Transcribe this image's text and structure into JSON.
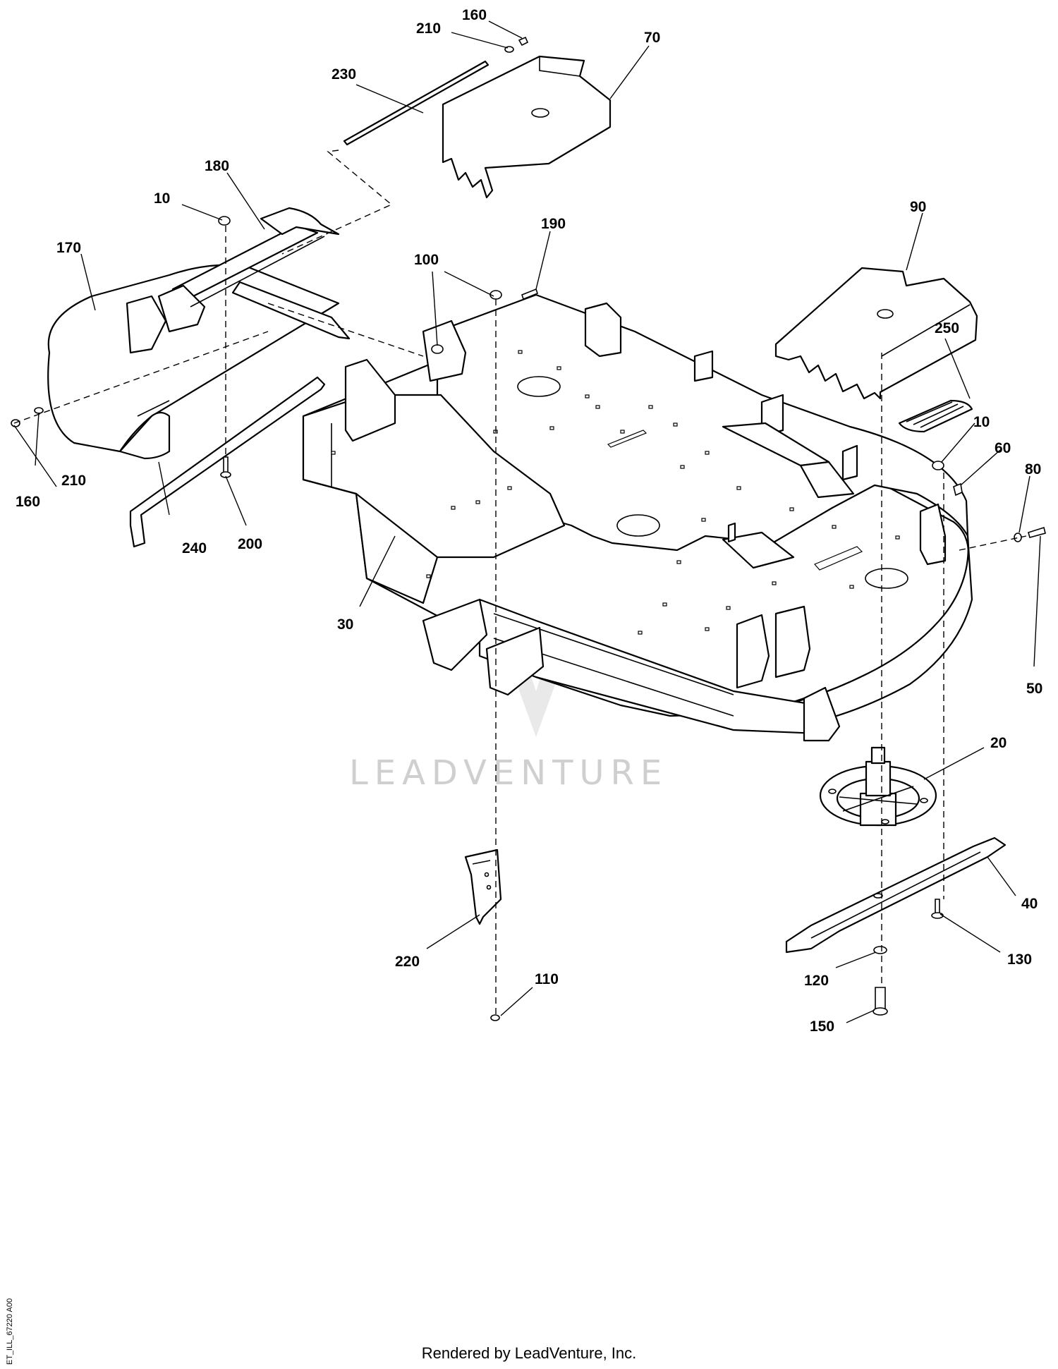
{
  "callouts": [
    {
      "id": "c160a",
      "label": "160"
    },
    {
      "id": "c210a",
      "label": "210"
    },
    {
      "id": "c70",
      "label": "70"
    },
    {
      "id": "c230",
      "label": "230"
    },
    {
      "id": "c180",
      "label": "180"
    },
    {
      "id": "c10a",
      "label": "10"
    },
    {
      "id": "c170",
      "label": "170"
    },
    {
      "id": "c190",
      "label": "190"
    },
    {
      "id": "c100",
      "label": "100"
    },
    {
      "id": "c90",
      "label": "90"
    },
    {
      "id": "c250",
      "label": "250"
    },
    {
      "id": "c10b",
      "label": "10"
    },
    {
      "id": "c60",
      "label": "60"
    },
    {
      "id": "c80",
      "label": "80"
    },
    {
      "id": "c160b",
      "label": "160"
    },
    {
      "id": "c210b",
      "label": "210"
    },
    {
      "id": "c240",
      "label": "240"
    },
    {
      "id": "c200",
      "label": "200"
    },
    {
      "id": "c30",
      "label": "30"
    },
    {
      "id": "c50",
      "label": "50"
    },
    {
      "id": "c20",
      "label": "20"
    },
    {
      "id": "c40",
      "label": "40"
    },
    {
      "id": "c220",
      "label": "220"
    },
    {
      "id": "c110",
      "label": "110"
    },
    {
      "id": "c130",
      "label": "130"
    },
    {
      "id": "c120",
      "label": "120"
    },
    {
      "id": "c150",
      "label": "150"
    }
  ],
  "watermark": "LEADVENTURE",
  "footer": "Rendered by LeadVenture, Inc.",
  "drawing_id": "ET_ILL_67220 A00",
  "colors": {
    "line": "#000000",
    "background": "#ffffff",
    "watermark": "#cfcfcf"
  }
}
